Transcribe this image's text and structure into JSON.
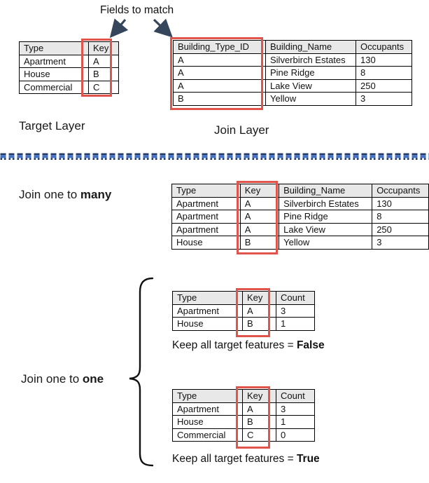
{
  "labels": {
    "fields_to_match": "Fields to match",
    "target_layer": "Target Layer",
    "join_layer": "Join Layer"
  },
  "sections": {
    "one_to_many": {
      "prefix": "Join one to ",
      "bold": "many"
    },
    "one_to_one": {
      "prefix": "Join one to ",
      "bold": "one"
    },
    "keep_false": {
      "prefix": "Keep all target features = ",
      "bold": "False"
    },
    "keep_true": {
      "prefix": "Keep all target features = ",
      "bold": "True"
    }
  },
  "tables": {
    "target": {
      "headers": [
        "Type",
        "Key"
      ],
      "rows": [
        [
          "Apartment",
          "A"
        ],
        [
          "House",
          "B"
        ],
        [
          "Commercial",
          "C"
        ]
      ]
    },
    "join": {
      "headers": [
        "Building_Type_ID",
        "Building_Name",
        "Occupants"
      ],
      "rows": [
        [
          "A",
          "Silverbirch Estates",
          "130"
        ],
        [
          "A",
          "Pine Ridge",
          "8"
        ],
        [
          "A",
          "Lake View",
          "250"
        ],
        [
          "B",
          "Yellow",
          "3"
        ]
      ]
    },
    "one_to_many": {
      "headers": [
        "Type",
        "Key",
        "Building_Name",
        "Occupants"
      ],
      "rows": [
        [
          "Apartment",
          "A",
          "Silverbirch Estates",
          "130"
        ],
        [
          "Apartment",
          "A",
          "Pine Ridge",
          "8"
        ],
        [
          "Apartment",
          "A",
          "Lake View",
          "250"
        ],
        [
          "House",
          "B",
          "Yellow",
          "3"
        ]
      ]
    },
    "one_to_one_false": {
      "headers": [
        "Type",
        "Key",
        "Count"
      ],
      "rows": [
        [
          "Apartment",
          "A",
          "3"
        ],
        [
          "House",
          "B",
          "1"
        ]
      ]
    },
    "one_to_one_true": {
      "headers": [
        "Type",
        "Key",
        "Count"
      ],
      "rows": [
        [
          "Apartment",
          "A",
          "3"
        ],
        [
          "House",
          "B",
          "1"
        ],
        [
          "Commercial",
          "C",
          "0"
        ]
      ]
    }
  },
  "colors": {
    "highlight_red": "#e0544b",
    "header_bg": "#e8e8e8",
    "table_border": "#000000",
    "arrow_navy": "#35455c",
    "divider_dark": "#203864",
    "divider_blue": "#4472c4",
    "text": "#1a1a1a"
  }
}
